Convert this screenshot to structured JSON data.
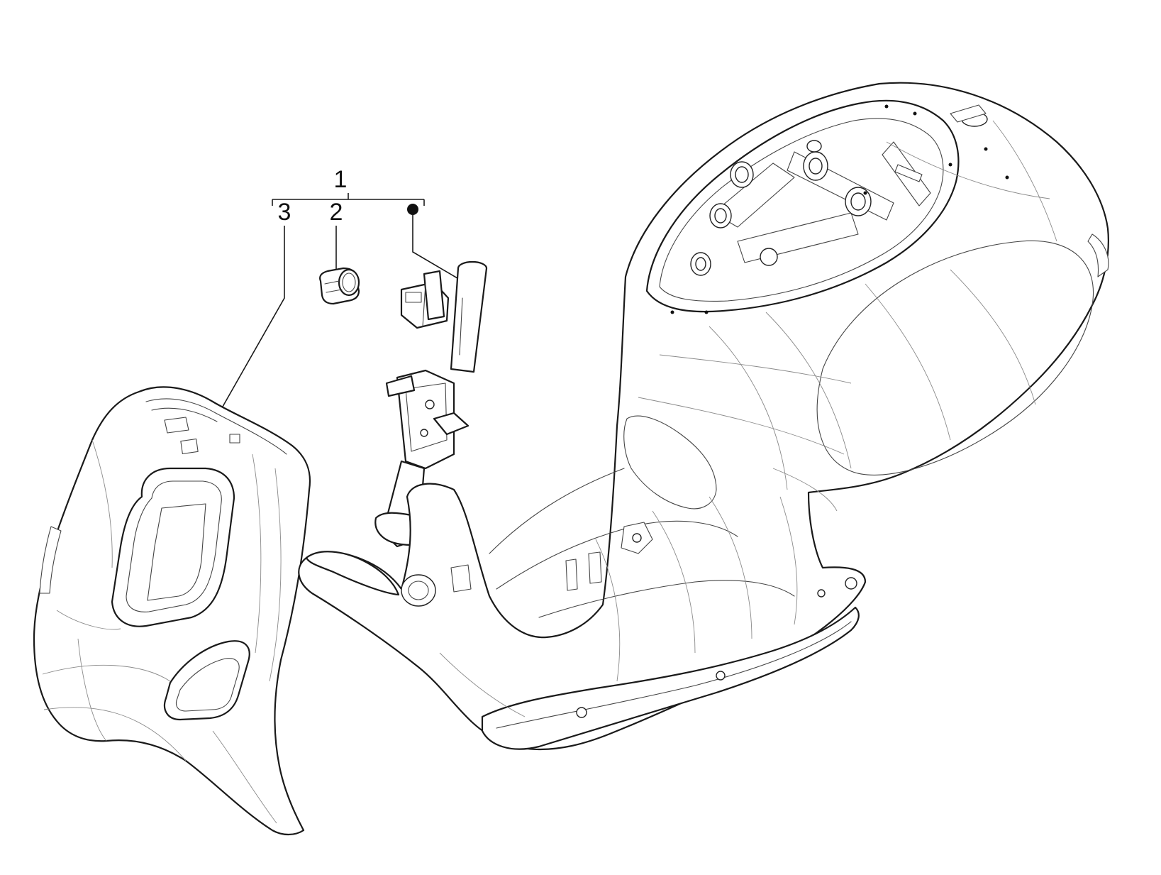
{
  "callouts": {
    "assembly": "1",
    "bushing": "2",
    "front_shield": "3"
  },
  "colors": {
    "line": "#1a1a1a",
    "background": "#ffffff"
  }
}
